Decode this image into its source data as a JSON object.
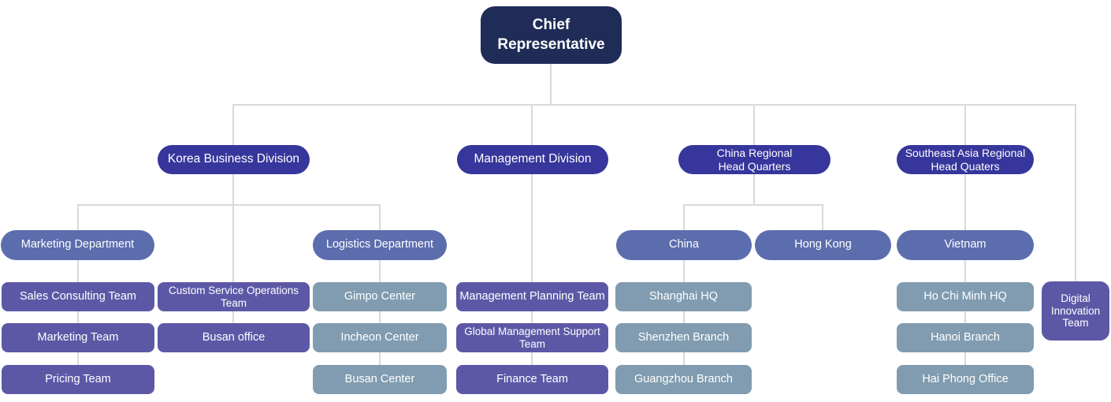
{
  "colors": {
    "root_bg": "#1F2C57",
    "division_bg": "#36369C",
    "region_bg": "#5C6DAE",
    "team_purple_bg": "#5D58A6",
    "team_gray_bg": "#819CB0",
    "connector": "#D9D9D9",
    "text": "#FFFFFF"
  },
  "nodes": {
    "chief": "Chief\nRepresentative",
    "korea_business_division": "Korea Business Division",
    "management_division": "Management Division",
    "china_regional_hq": "China Regional\nHead Quarters",
    "southeast_asia_regional_hq": "Southeast Asia Regional\nHead Quaters",
    "marketing_department": "Marketing Department",
    "logistics_department": "Logistics Department",
    "china": "China",
    "hong_kong": "Hong Kong",
    "vietnam": "Vietnam",
    "sales_consulting_team": "Sales Consulting Team",
    "custom_service_operations_team": "Custom Service Operations\nTeam",
    "marketing_team": "Marketing Team",
    "busan_office": "Busan office",
    "pricing_team": "Pricing Team",
    "gimpo_center": "Gimpo Center",
    "incheon_center": "Incheon Center",
    "busan_center": "Busan Center",
    "management_planning_team": "Management Planning Team",
    "global_management_support_team": "Global Management Support\nTeam",
    "finance_team": "Finance Team",
    "shanghai_hq": "Shanghai HQ",
    "shenzhen_branch": "Shenzhen Branch",
    "guangzhou_branch": "Guangzhou Branch",
    "ho_chi_minh_hq": "Ho Chi Minh HQ",
    "hanoi_branch": "Hanoi Branch",
    "hai_phong_office": "Hai Phong Office",
    "digital_innovation_team": "Digital\nInnovation\nTeam"
  },
  "hierarchy": {
    "Chief Representative": {
      "Korea Business Division": {
        "Marketing Department": [
          "Sales Consulting Team",
          "Marketing Team",
          "Pricing Team"
        ],
        "Custom Service Operations Team": [
          "Busan office"
        ],
        "Logistics Department": [
          "Gimpo Center",
          "Incheon Center",
          "Busan Center"
        ]
      },
      "Management Division": [
        "Management Planning Team",
        "Global Management Support Team",
        "Finance Team"
      ],
      "China Regional Head Quarters": {
        "China": [
          "Shanghai HQ",
          "Shenzhen Branch",
          "Guangzhou Branch"
        ],
        "Hong Kong": []
      },
      "Southeast Asia Regional Head Quaters": {
        "Vietnam": [
          "Ho Chi Minh HQ",
          "Hanoi Branch",
          "Hai Phong Office"
        ]
      },
      "Digital Innovation Team": []
    }
  }
}
